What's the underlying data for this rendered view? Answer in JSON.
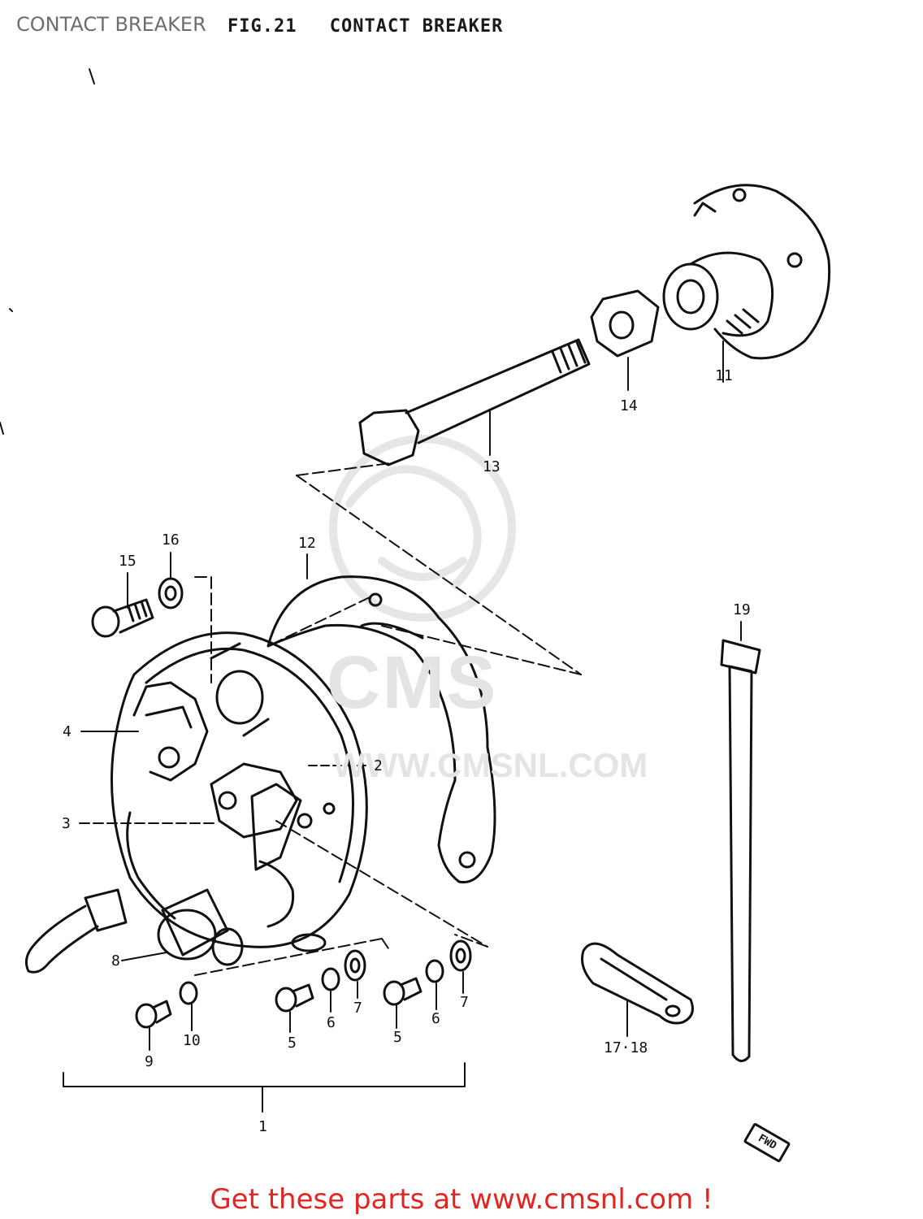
{
  "page": {
    "name": "CONTACT BREAKER"
  },
  "figure": {
    "number": "FIG.21",
    "title": "CONTACT BREAKER"
  },
  "watermark": {
    "brand": "CMS",
    "url": "WWW.CMSNL.COM"
  },
  "callouts": [
    "1",
    "2",
    "3",
    "4",
    "5",
    "5",
    "6",
    "6",
    "7",
    "7",
    "8",
    "9",
    "10",
    "11",
    "12",
    "13",
    "14",
    "15",
    "16",
    "17·18",
    "19"
  ],
  "direction_badge": "FWD",
  "footer": {
    "text": "Get these parts at www.cmsnl.com !"
  },
  "colors": {
    "line": "#111111",
    "watermark": "#e4e4e4",
    "footer": "#e52420",
    "header": "#6d6d6d"
  }
}
